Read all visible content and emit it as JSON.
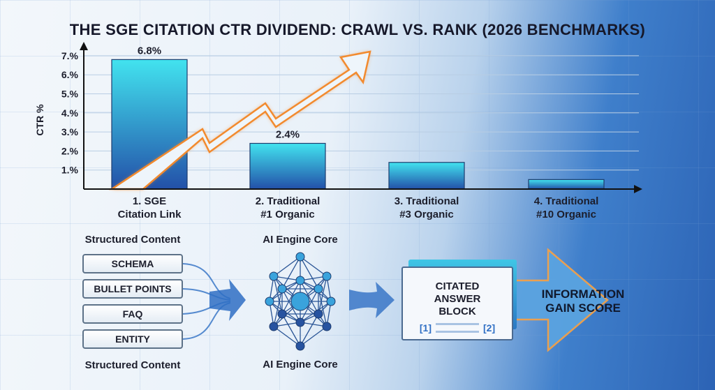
{
  "chart_data": {
    "type": "bar",
    "title": "THE SGE CITATION CTR DIVIDEND: CRAWL VS. RANK (2026 BENCHMARKS)",
    "ylabel": "CTR %",
    "xlabel": "",
    "ylim": [
      0,
      7
    ],
    "yticks": [
      "1%",
      "2%",
      "3%",
      "4%",
      "5%",
      "6%",
      "7%"
    ],
    "yticks_decimal_style": [
      "1.%",
      "2.%",
      "3.%",
      "4.%",
      "5.%",
      "6.%",
      "7.%"
    ],
    "categories": [
      [
        "1. SGE",
        "Citation Link"
      ],
      [
        "2. Traditional",
        "#1 Organic"
      ],
      [
        "3. Traditional",
        "#3 Organic"
      ],
      [
        "4. Traditional",
        "#10 Organic"
      ]
    ],
    "values": [
      6.8,
      2.4,
      1.4,
      0.5
    ],
    "data_labels": [
      "6.8%",
      "2.4%",
      "",
      ""
    ],
    "grid": true,
    "bar_colors": [
      "#3fe0ee",
      "#2350a8"
    ],
    "trend_arrow_color": "#f28a2e"
  },
  "diagram": {
    "inputs_title": "Structured Content",
    "inputs_caption": "Structured Content",
    "inputs": [
      "SCHEMA",
      "BULLET POINTS",
      "FAQ",
      "ENTITY"
    ],
    "core_title": "AI Engine Core",
    "core_caption": "AI Engine Core",
    "output_card": [
      "CITATED",
      "ANSWER",
      "BLOCK"
    ],
    "citations": [
      "[1]",
      "[2]"
    ],
    "result": [
      "INFORMATION",
      "GAIN SCORE"
    ],
    "accent": "#2f6fc4"
  }
}
